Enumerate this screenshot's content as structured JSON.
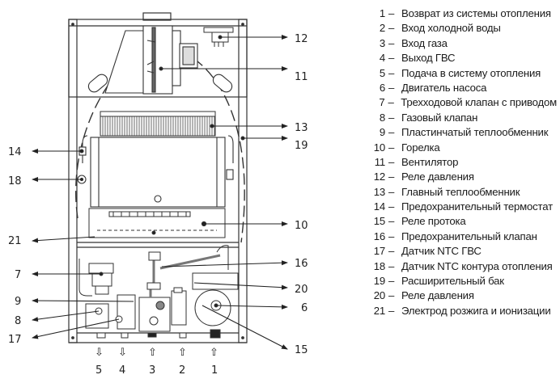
{
  "diagram": {
    "callouts": {
      "c1": "1",
      "c2": "2",
      "c3": "3",
      "c4": "4",
      "c5": "5",
      "c6": "6",
      "c7": "7",
      "c8": "8",
      "c9": "9",
      "c10": "10",
      "c11": "11",
      "c12": "12",
      "c13": "13",
      "c14": "14",
      "c15": "15",
      "c16": "16",
      "c17": "17",
      "c18": "18",
      "c19": "19",
      "c20": "20",
      "c21": "21"
    },
    "flow_arrows": {
      "down": "⇩",
      "up": "⇧"
    }
  },
  "legend": {
    "dash": "–",
    "items": [
      {
        "num": "1",
        "text": "Возврат из системы отопления"
      },
      {
        "num": "2",
        "text": "Вход холодной воды"
      },
      {
        "num": "3",
        "text": "Вход газа"
      },
      {
        "num": "4",
        "text": "Выход ГВС"
      },
      {
        "num": "5",
        "text": "Подача в систему отопления"
      },
      {
        "num": "6",
        "text": "Двигатель насоса"
      },
      {
        "num": "7",
        "text": "Трехходовой клапан с приводом"
      },
      {
        "num": "8",
        "text": "Газовый клапан"
      },
      {
        "num": "9",
        "text": "Пластинчатый теплообменник"
      },
      {
        "num": "10",
        "text": "Горелка"
      },
      {
        "num": "11",
        "text": "Вентилятор"
      },
      {
        "num": "12",
        "text": "Реле давления"
      },
      {
        "num": "13",
        "text": "Главный теплообменник"
      },
      {
        "num": "14",
        "text": "Предохранительный термостат"
      },
      {
        "num": "15",
        "text": "Реле протока"
      },
      {
        "num": "16",
        "text": "Предохранительный клапан"
      },
      {
        "num": "17",
        "text": "Датчик NTC ГВС"
      },
      {
        "num": "18",
        "text": "Датчик NTC контура отопления"
      },
      {
        "num": "19",
        "text": "Расширительный бак"
      },
      {
        "num": "20",
        "text": "Реле давления"
      },
      {
        "num": "21",
        "text": "Электрод розжига и ионизации"
      }
    ]
  }
}
